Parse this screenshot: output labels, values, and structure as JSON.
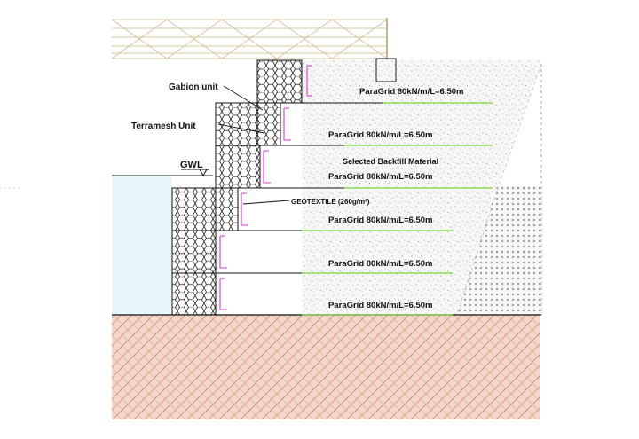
{
  "labels": {
    "gabion_unit": "Gabion unit",
    "terramesh_unit": "Terramesh Unit",
    "gwl": "GWL",
    "selected_backfill": "Selected  Backfill Material",
    "geotextile": "GEOTEXTILE (260g/m²)"
  },
  "paragrid_labels": [
    "ParaGrid 80kN/m/L=6.50m",
    "ParaGrid 80kN/m/L=6.50m",
    "ParaGrid 80kN/m/L=6.50m",
    "ParaGrid 80kN/m/L=6.50m",
    "ParaGrid 80kN/m/L=6.50m",
    "ParaGrid 80kN/m/L=6.50m"
  ],
  "colors": {
    "paragrid": "#7bd23a",
    "tail": "#d63bd6",
    "water": "#e6f6f7",
    "soil": "#f0d2c4",
    "fence": "#d4c7a2",
    "line": "#111111"
  },
  "icons": {
    "gabion_fill": "hexagonal-mesh",
    "gwl_marker": "down-triangle-icon"
  }
}
